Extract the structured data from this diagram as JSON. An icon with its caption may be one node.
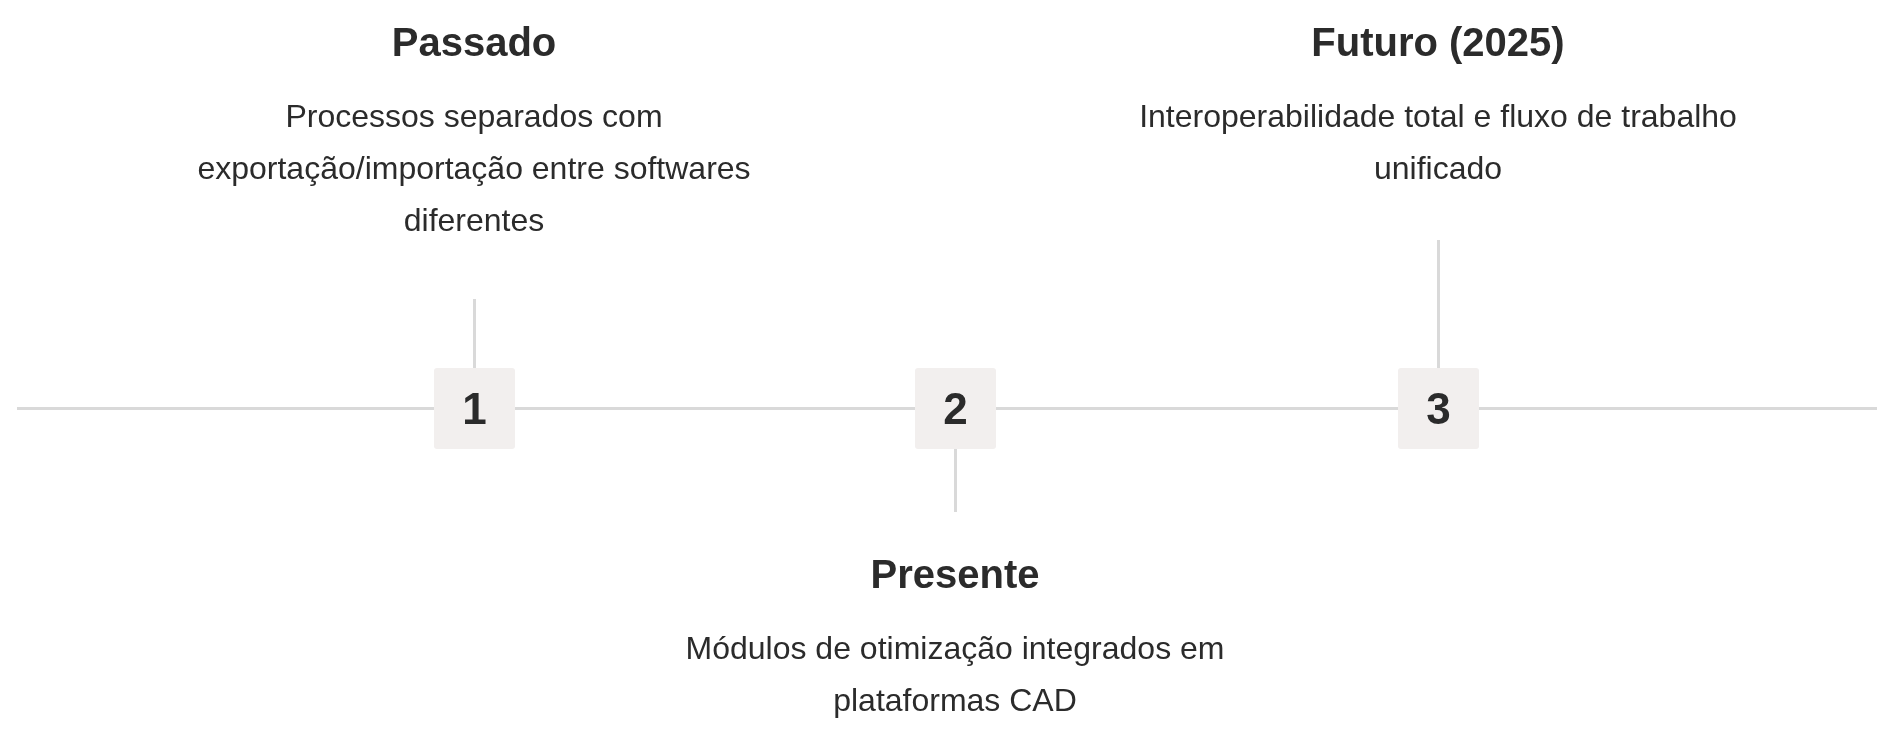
{
  "diagram": {
    "nodes": [
      {
        "text": [
          "Passado",
          "Processos separados com exportação/importação entre softwares diferentes"
        ]
      },
      {
        "text": [
          "1"
        ]
      },
      {
        "text": [
          "2"
        ]
      },
      {
        "text": [
          "Presente",
          "Módulos de otimização integrados em plataformas CAD"
        ]
      },
      {
        "text": [
          "3"
        ]
      },
      {
        "text": [
          "Futuro (2025)",
          "Interoperabilidade total e fluxo de trabalho unificado"
        ]
      }
    ],
    "edges": [
      {
        "from": null,
        "to": 1,
        "arrow": "none"
      },
      {
        "from": 1,
        "to": 2,
        "arrow": "none"
      },
      {
        "from": 2,
        "to": 4,
        "arrow": "none"
      },
      {
        "from": 4,
        "to": null,
        "arrow": "none"
      },
      {
        "from": 0,
        "to": 1,
        "arrow": "none"
      },
      {
        "from": 2,
        "to": 3,
        "arrow": "none"
      },
      {
        "from": 5,
        "to": 4,
        "arrow": "none"
      }
    ]
  }
}
